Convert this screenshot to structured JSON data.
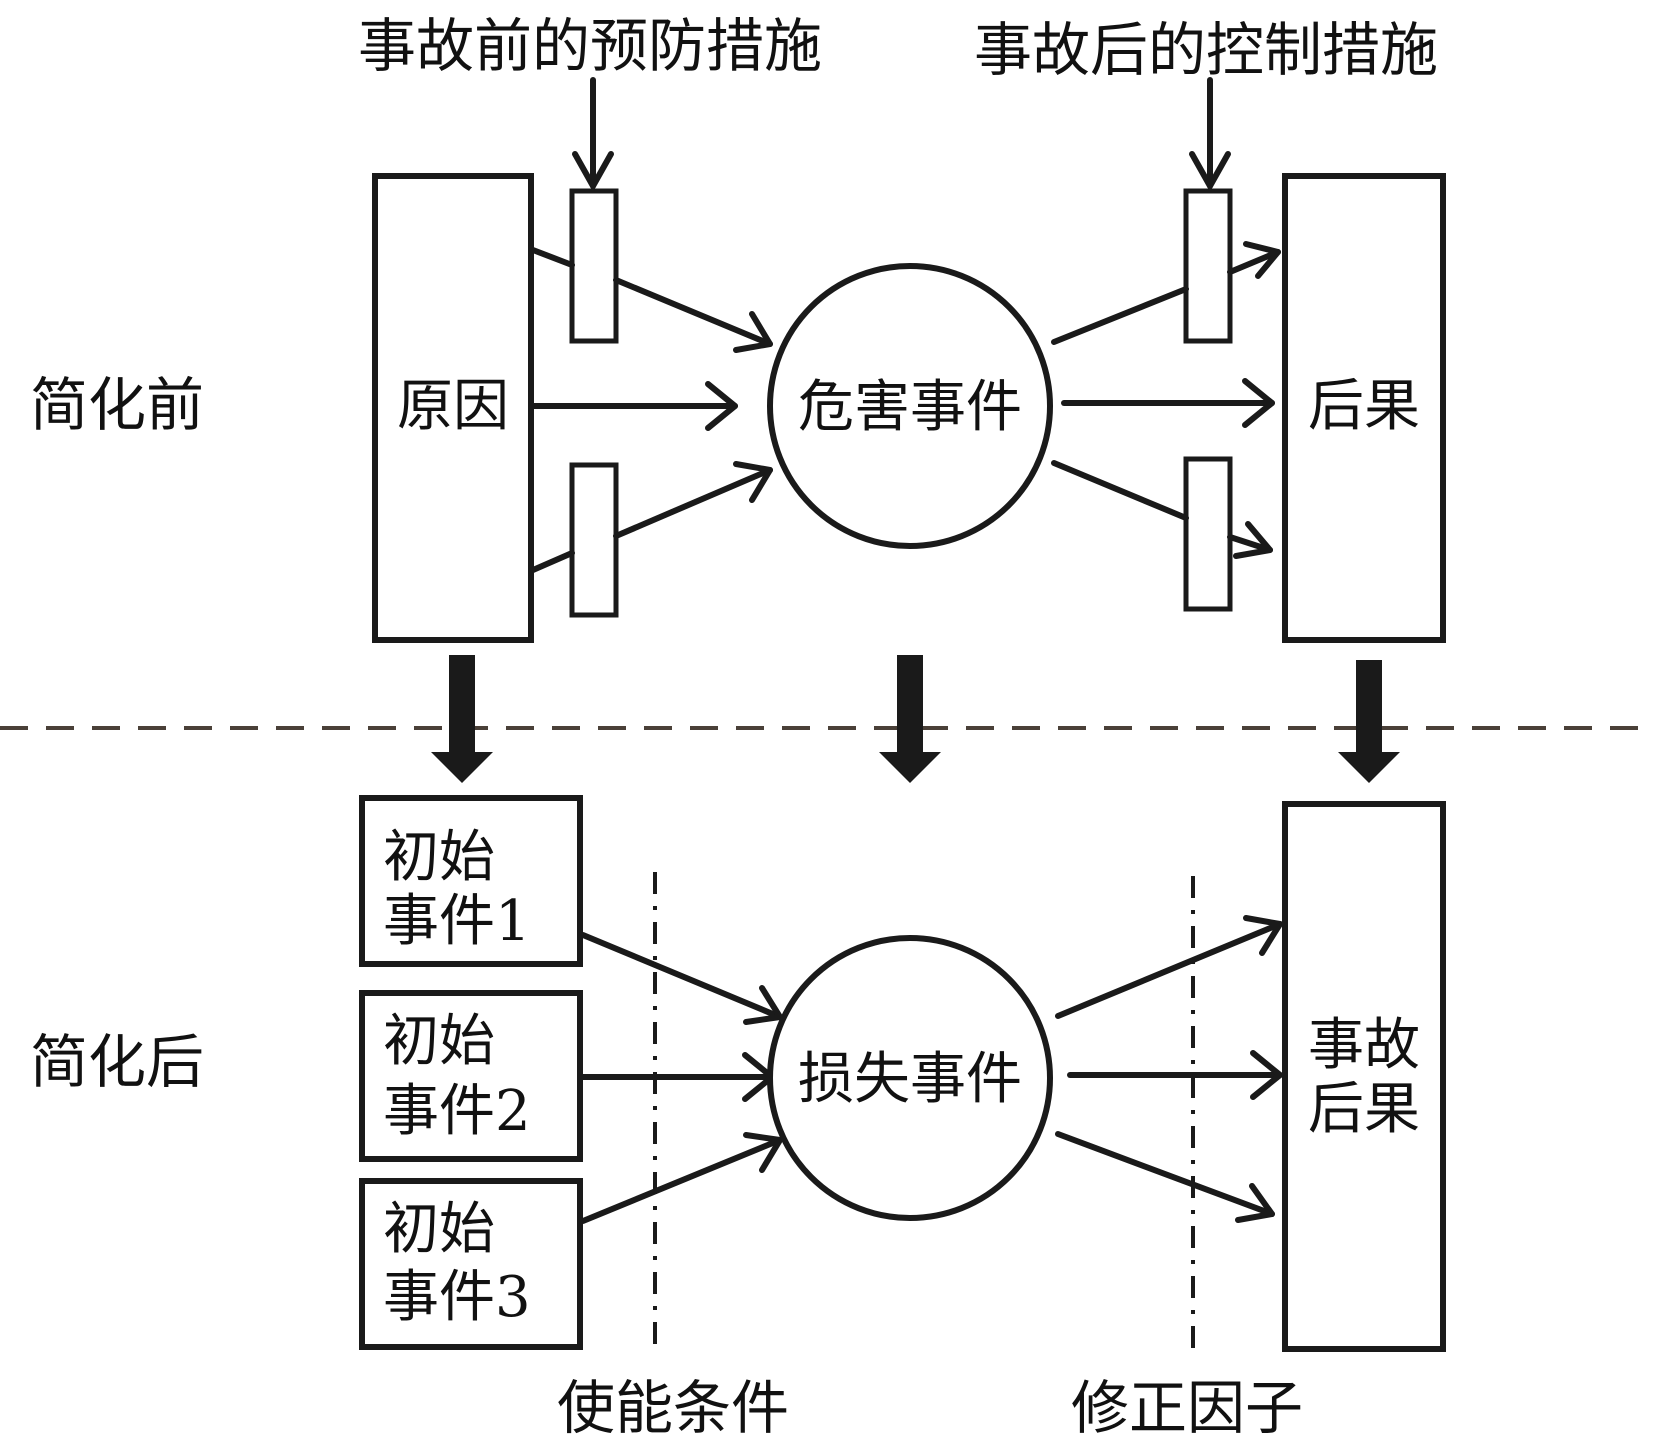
{
  "top_labels": {
    "prevention": "事故前的预防措施",
    "control": "事故后的控制措施"
  },
  "section_labels": {
    "before": "简化前",
    "after": "简化后"
  },
  "before": {
    "cause": [
      "原因"
    ],
    "hazard_event": "危害事件",
    "consequence": [
      "后果"
    ]
  },
  "after": {
    "initiating_events": [
      {
        "line1": "初始",
        "line2": "事件1"
      },
      {
        "line1": "初始",
        "line2": "事件2"
      },
      {
        "line1": "初始",
        "line2": "事件3"
      }
    ],
    "loss_event": "损失事件",
    "accident_consequence": {
      "line1": "事故",
      "line2": "后果"
    }
  },
  "bottom_labels": {
    "enabling_conditions": "使能条件",
    "modifying_factors": "修正因子"
  }
}
